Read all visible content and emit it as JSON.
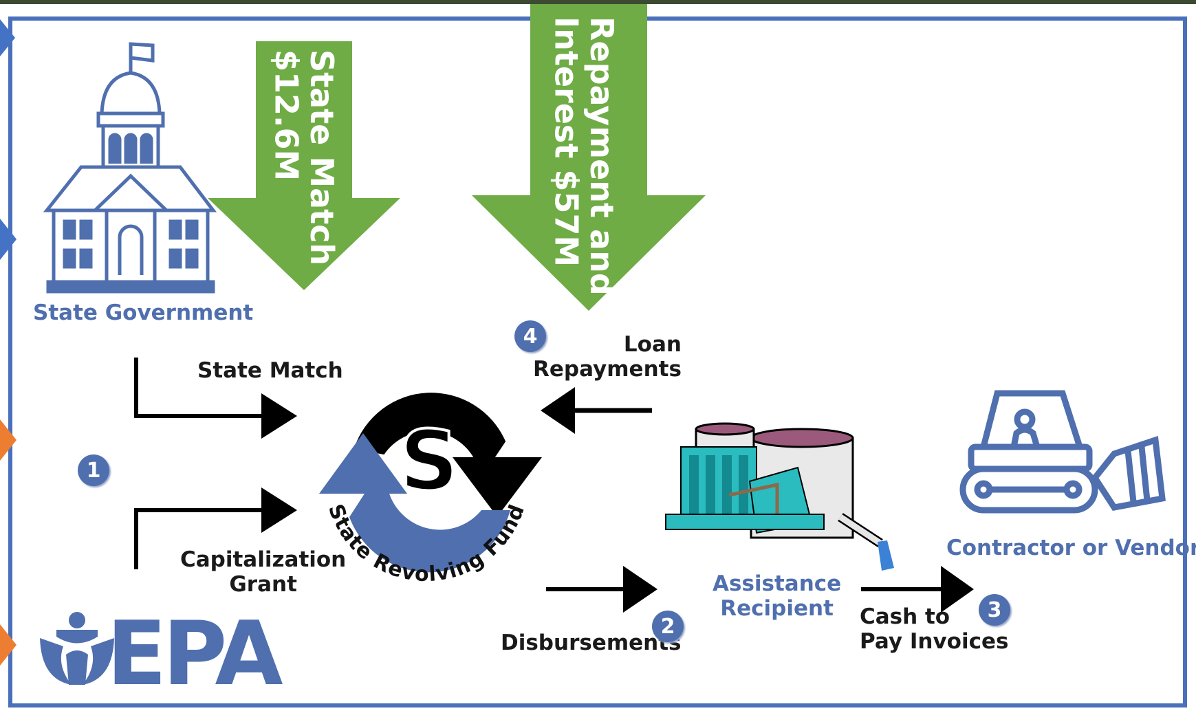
{
  "labels": {
    "state_government": "State Government",
    "state_match": "State Match",
    "capitalization_grant": [
      "Capitalization",
      "Grant"
    ],
    "loan_repayments": [
      "Loan",
      "Repayments"
    ],
    "disbursements": "Disbursements",
    "assistance_recipient": [
      "Assistance",
      "Recipient"
    ],
    "cash_to_pay": [
      "Cash to",
      "Pay Invoices"
    ],
    "contractor": "Contractor or Vendor",
    "fund_name": "State Revolving Fund",
    "fund_letter": "S",
    "epa": "EPA"
  },
  "green_arrows": {
    "state_match": [
      "State Match",
      "$12.6M"
    ],
    "repayment": [
      "Repayment and",
      "Interest $57M"
    ]
  },
  "steps": [
    "1",
    "2",
    "3",
    "4"
  ],
  "colors": {
    "frame_blue": "#4a6fbb",
    "label_blue": "#4f6fae",
    "green_arrow": "#6fac46",
    "nav_blue": "#4472c4",
    "nav_orange": "#ed7d31"
  }
}
